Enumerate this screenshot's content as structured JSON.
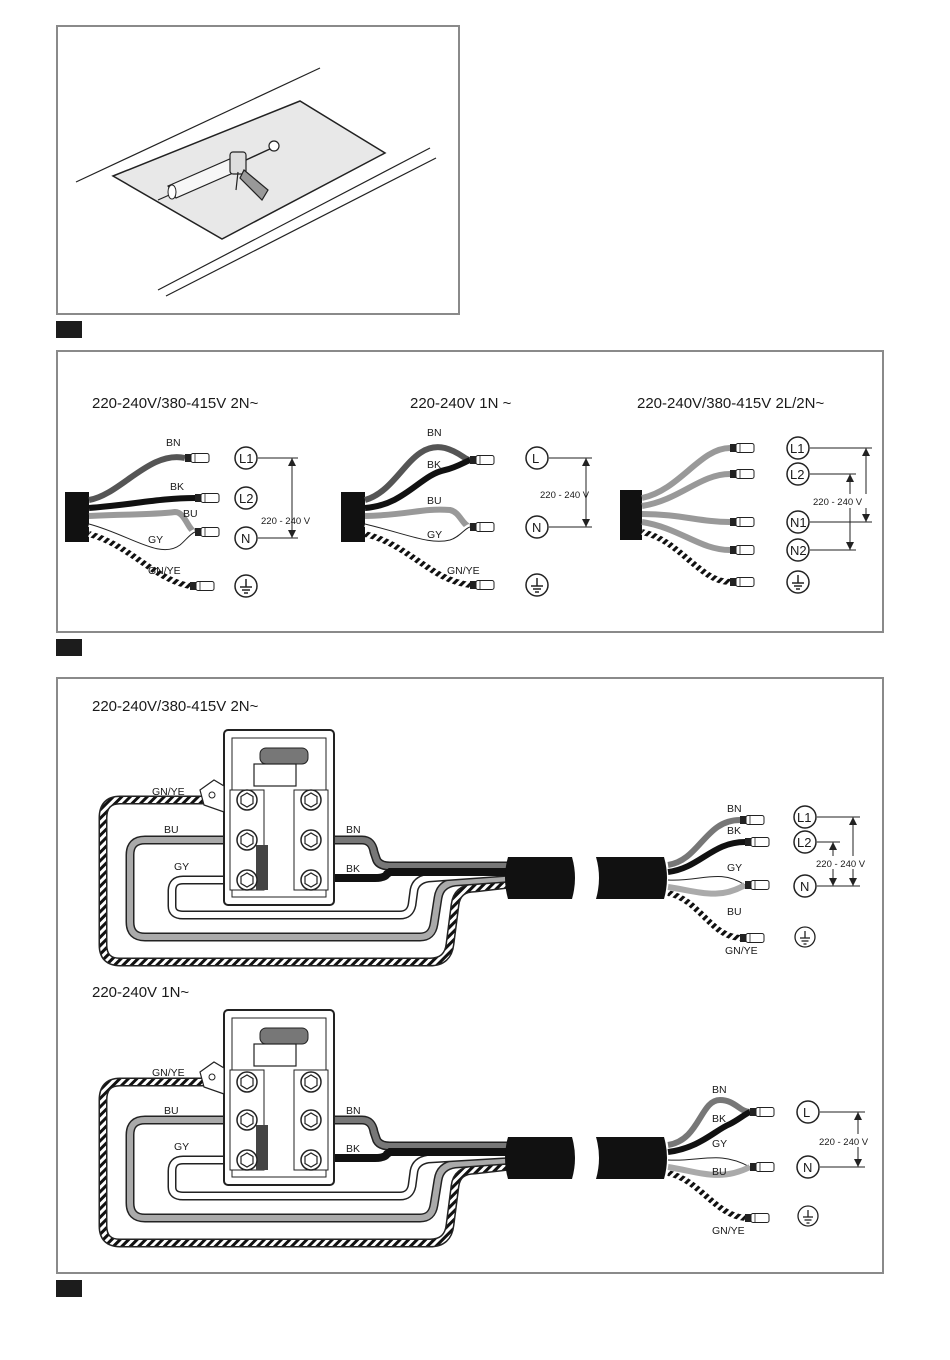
{
  "panel_2": {
    "a": {
      "heading": "220-240V/380-415V 2N~",
      "wires": {
        "bn": "BN",
        "bk": "BK",
        "bu": "BU",
        "gy": "GY",
        "gnye": "GN/YE"
      },
      "terminals": {
        "l1": "L1",
        "l2": "L2",
        "n": "N"
      },
      "voltage": "220 - 240 V"
    },
    "b": {
      "heading": "220-240V 1N ~",
      "wires": {
        "bn": "BN",
        "bk": "BK",
        "bu": "BU",
        "gy": "GY",
        "gnye": "GN/YE"
      },
      "terminals": {
        "l": "L",
        "n": "N"
      },
      "voltage": "220 - 240 V"
    },
    "c": {
      "heading": "220-240V/380-415V 2L/2N~",
      "terminals": {
        "l1": "L1",
        "l2": "L2",
        "n1": "N1",
        "n2": "N2"
      },
      "voltage": "220 - 240 V"
    }
  },
  "panel_3": {
    "top": {
      "heading": "220-240V/380-415V 2N~",
      "block_wires": {
        "gnye": "GN/YE",
        "bu": "BU",
        "gy": "GY",
        "bn": "BN",
        "bk": "BK"
      },
      "end_wires": {
        "bn": "BN",
        "bk": "BK",
        "gy": "GY",
        "bu": "BU",
        "gnye": "GN/YE"
      },
      "terminals": {
        "l1": "L1",
        "l2": "L2",
        "n": "N"
      },
      "voltage": "220 - 240 V"
    },
    "bottom": {
      "heading": "220-240V 1N~",
      "block_wires": {
        "gnye": "GN/YE",
        "bu": "BU",
        "gy": "GY",
        "bn": "BN",
        "bk": "BK"
      },
      "end_wires": {
        "bn": "BN",
        "bk": "BK",
        "gy": "GY",
        "bu": "BU",
        "gnye": "GN/YE"
      },
      "terminals": {
        "l": "L",
        "n": "N"
      },
      "voltage": "220 - 240 V"
    }
  }
}
